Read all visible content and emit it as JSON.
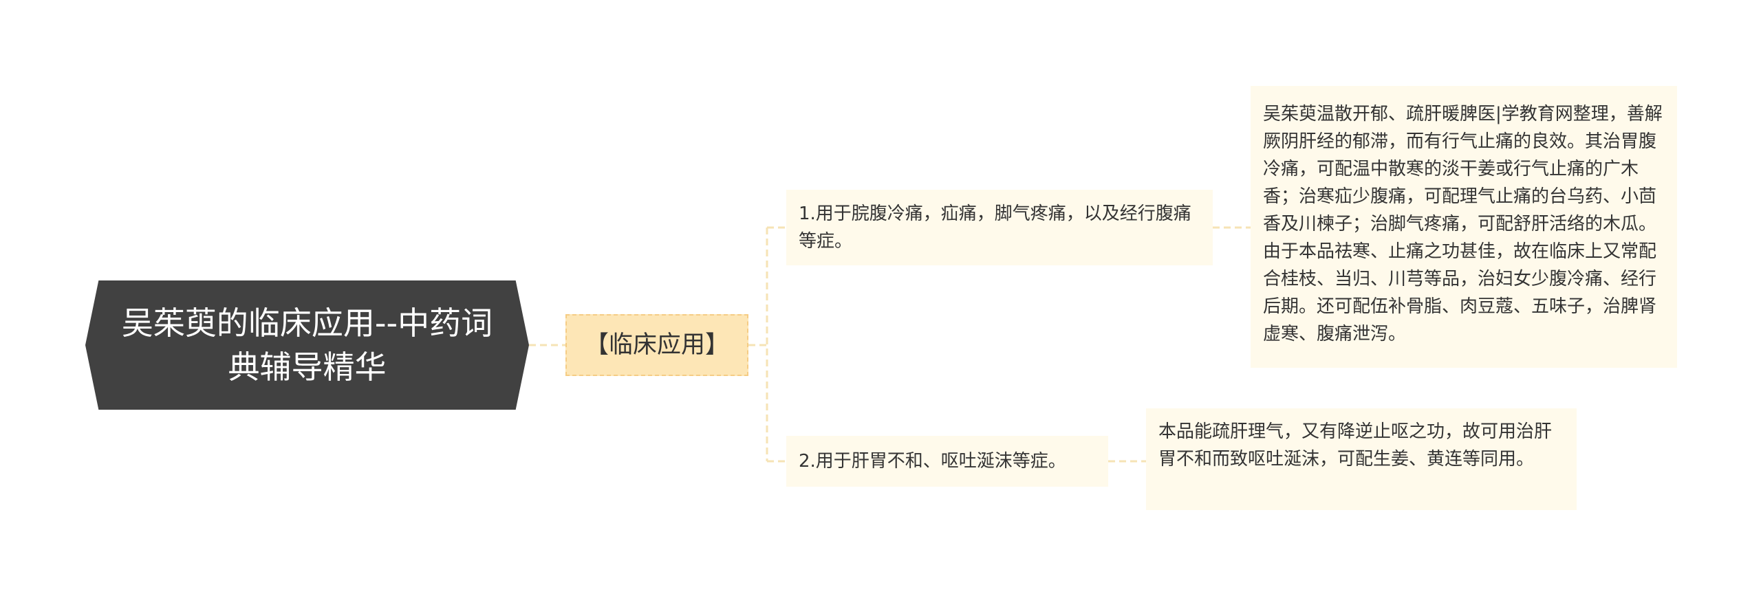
{
  "root": {
    "title": "吴茱萸的临床应用--中药词典辅导精华"
  },
  "category": {
    "label": "【临床应用】"
  },
  "subtopics": [
    {
      "label": "1.用于脘腹冷痛，疝痛，脚气疼痛，以及经行腹痛等症。",
      "detail": "吴茱萸温散开郁、疏肝暖脾医|学教育网整理，善解厥阴肝经的郁滞，而有行气止痛的良效。其治胃腹冷痛，可配温中散寒的淡干姜或行气止痛的广木香；治寒疝少腹痛，可配理气止痛的台乌药、小茴香及川楝子；治脚气疼痛，可配舒肝活络的木瓜。由于本品祛寒、止痛之功甚佳，故在临床上又常配合桂枝、当归、川芎等品，治妇女少腹冷痛、经行后期。还可配伍补骨脂、肉豆蔻、五味子，治脾肾虚寒、腹痛泄泻。"
    },
    {
      "label": "2.用于肝胃不和、呕吐涎沫等症。",
      "detail": "本品能疏肝理气，又有降逆止呕之功，故可用治肝胃不和而致呕吐涎沫，可配生姜、黄连等同用。"
    }
  ],
  "colors": {
    "root_bg": "#414141",
    "root_text": "#ffffff",
    "category_bg": "#fde6b6",
    "category_border": "#f5cc84",
    "leaf_bg": "#fffaeb",
    "connector": "#f6e3b5",
    "text": "#333333"
  }
}
